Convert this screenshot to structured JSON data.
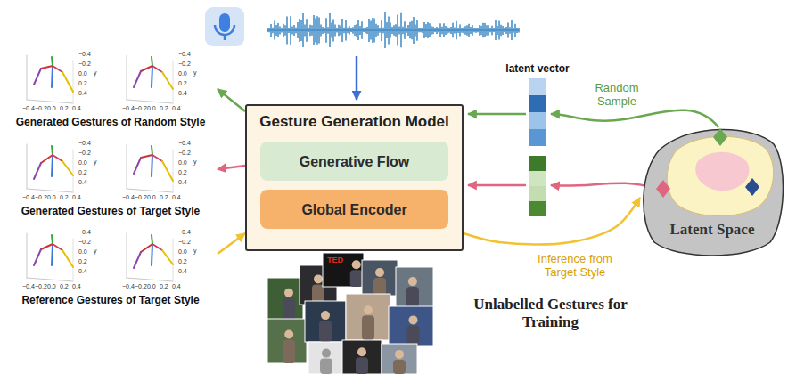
{
  "diagram": {
    "nodes": [
      {
        "text": [
          "Gesture Generation Model"
        ]
      },
      {
        "text": [
          "Generative Flow"
        ],
        "in": 0
      },
      {
        "text": [
          "Global Encoder"
        ],
        "in": 0
      },
      {
        "text": [
          "Generated Gestures of Random Style"
        ]
      },
      {
        "text": [
          "Generated Gestures of Target Style"
        ]
      },
      {
        "text": [
          "Reference Gestures of Target Style"
        ]
      },
      {
        "text": [
          "Latent Space"
        ]
      }
    ],
    "edges": [
      {
        "from": 0,
        "to": 3,
        "arrow": "to"
      },
      {
        "from": 0,
        "to": 4,
        "arrow": "to"
      },
      {
        "from": 5,
        "to": 0,
        "arrow": "to"
      },
      {
        "from": 0,
        "to": 6,
        "label": "Inference from Target Style",
        "arrow": "to"
      }
    ],
    "labels": [
      "latent vector",
      "Random Sample",
      "Unlabelled Gestures for Training",
      "TED",
      "−0.4",
      "−0.2",
      "0.0",
      "0.2",
      "0.4",
      "y",
      "−0.4",
      "−0.2",
      "0.0",
      "0.2",
      "0.4",
      "−0.4",
      "−0.2",
      "0.0",
      "0.2",
      "0.4",
      "y",
      "−0.4",
      "−0.2",
      "0.0",
      "0.2",
      "0.4",
      "−0.4",
      "−0.2",
      "0.0",
      "0.2",
      "0.4",
      "y",
      "−0.4",
      "−0.2",
      "0.0",
      "0.2",
      "0.4",
      "−0.4",
      "−0.2",
      "0.0",
      "0.2",
      "0.4",
      "y",
      "−0.4",
      "−0.2",
      "0.0",
      "0.2",
      "0.4",
      "−0.4",
      "−0.2",
      "0.0",
      "0.2",
      "0.4",
      "y",
      "−0.4",
      "−0.2",
      "0.0",
      "0.2",
      "0.4",
      "−0.4",
      "−0.2",
      "0.0",
      "0.2",
      "0.4",
      "y",
      "−0.4",
      "−0.2",
      "0.0",
      "0.2",
      "0.4"
    ]
  }
}
